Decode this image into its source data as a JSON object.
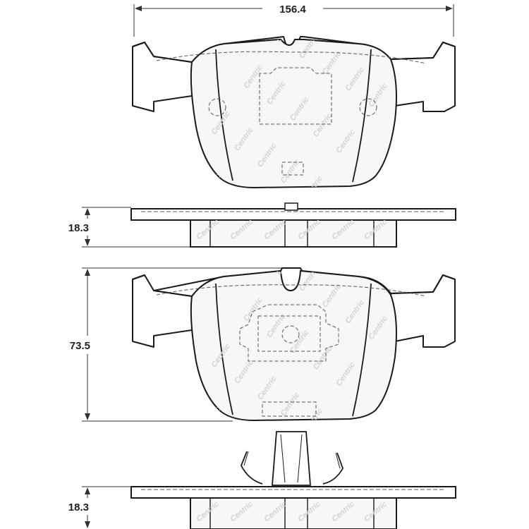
{
  "dimensions": {
    "width": "156.4",
    "thickness_top": "18.3",
    "height": "73.5",
    "thickness_bottom": "18.3"
  },
  "watermark": "Centric",
  "colors": {
    "line": "#1a1a1a",
    "dash": "#555555",
    "pad_fill": "#f7f7f7",
    "watermark": "#d2d2d2"
  }
}
